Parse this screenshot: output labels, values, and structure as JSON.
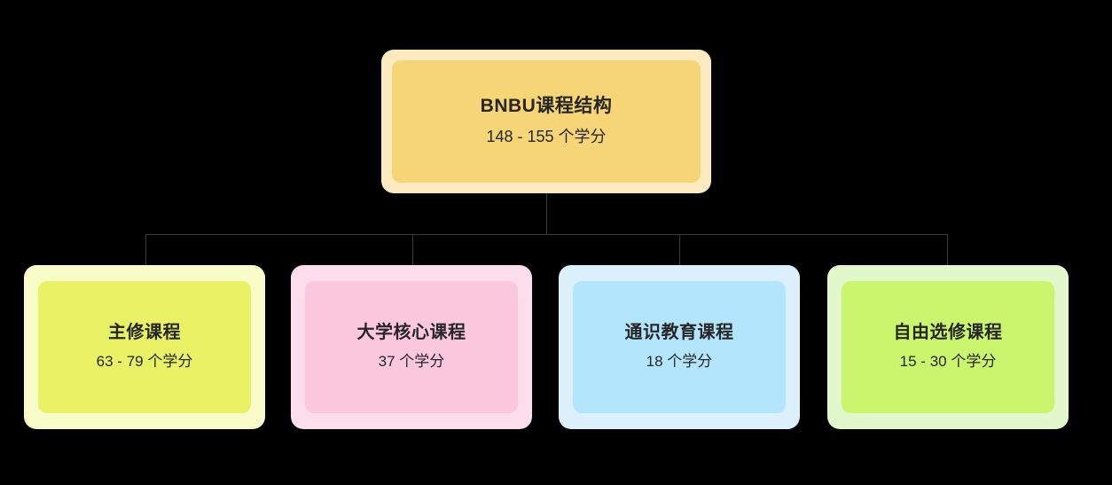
{
  "diagram": {
    "type": "tree",
    "background_color": "#000000",
    "connector_color": "#3a3a3a",
    "root": {
      "title": "BNBU课程结构",
      "subtitle": "148 - 155 个学分",
      "credits_min": 148,
      "credits_max": 155,
      "outer_color": "#fdeac0",
      "inner_color": "#f5d575",
      "text_color": "#262626"
    },
    "children": [
      {
        "title": "主修课程",
        "subtitle": "63 - 79 个学分",
        "credits_min": 63,
        "credits_max": 79,
        "outer_color": "#f7fcc9",
        "inner_color": "#e9f264",
        "text_color": "#262626"
      },
      {
        "title": "大学核心课程",
        "subtitle": "37 个学分",
        "credits_min": 37,
        "credits_max": 37,
        "outer_color": "#fcdeeb",
        "inner_color": "#fbc8dd",
        "text_color": "#262626"
      },
      {
        "title": "通识教育课程",
        "subtitle": "18 个学分",
        "credits_min": 18,
        "credits_max": 18,
        "outer_color": "#dcf0fc",
        "inner_color": "#b3e5fc",
        "text_color": "#262626"
      },
      {
        "title": "自由选修课程",
        "subtitle": "15 - 30 个学分",
        "credits_min": 15,
        "credits_max": 30,
        "outer_color": "#e2f8cc",
        "inner_color": "#ccf56e",
        "text_color": "#262626"
      }
    ]
  }
}
